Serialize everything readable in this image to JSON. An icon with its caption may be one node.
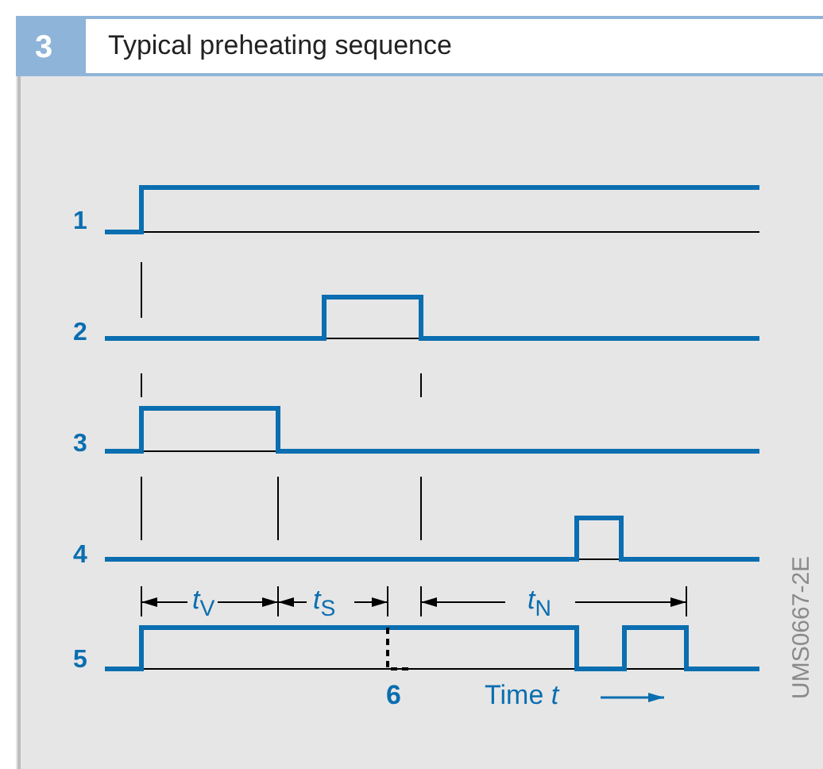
{
  "diagram": {
    "title": "Typical preheating sequence",
    "labels": [
      "3",
      "1",
      "2",
      "3",
      "4",
      "*t*$_{V}$",
      "*t*$_{S}$",
      "*t*$_{N}$",
      "5",
      "6",
      "Time *t*",
      "UMS0667-2E"
    ]
  }
}
